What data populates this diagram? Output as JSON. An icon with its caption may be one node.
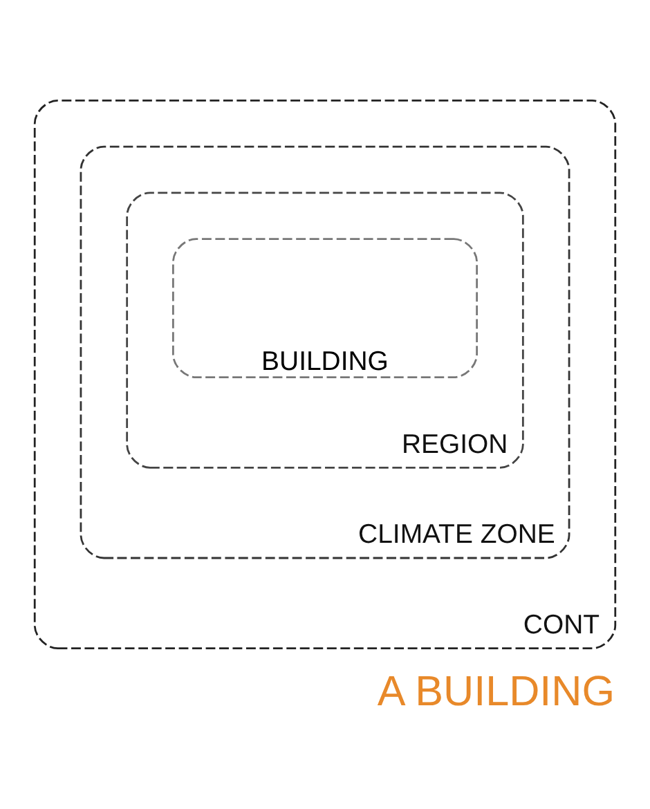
{
  "diagram": {
    "title": "A BUILDING",
    "nodes": [
      {
        "text": [
          "CONT"
        ]
      },
      {
        "text": [
          "CLIMATE ZONE"
        ],
        "in": 0
      },
      {
        "text": [
          "REGION"
        ],
        "in": 1
      },
      {
        "text": [
          "BUILDING"
        ],
        "in": 2
      }
    ]
  }
}
